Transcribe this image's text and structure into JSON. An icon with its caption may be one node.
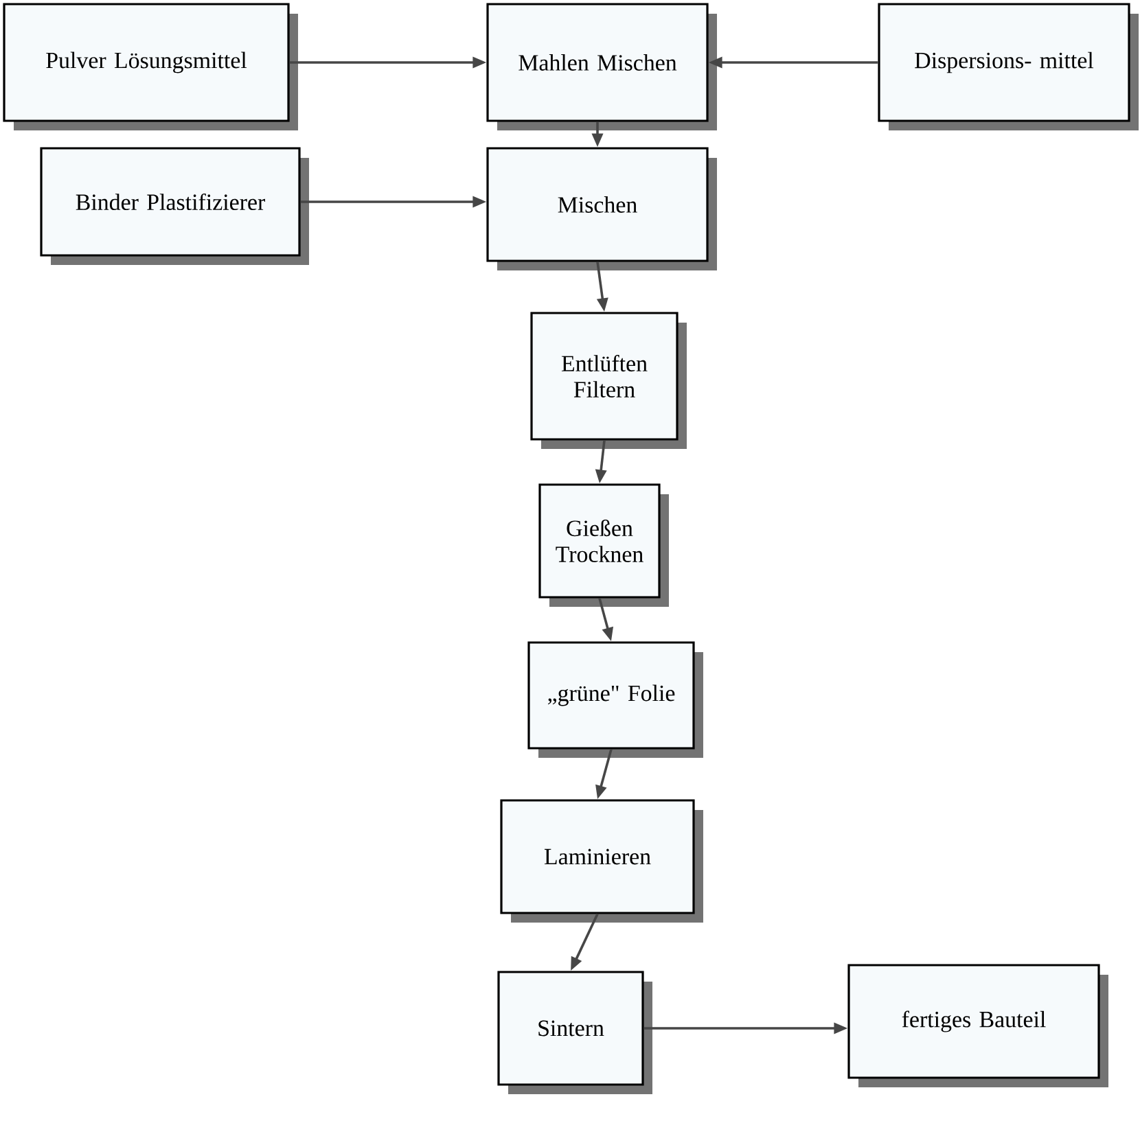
{
  "diagram": {
    "nodes": [
      {
        "text": [
          "Pulver Lösungsmittel"
        ]
      },
      {
        "text": [
          "Mahlen Mischen"
        ]
      },
      {
        "text": [
          "Dispersions- mittel"
        ]
      },
      {
        "text": [
          "Binder Plastifizierer"
        ]
      },
      {
        "text": [
          "Mischen"
        ]
      },
      {
        "text": [
          "Entlüften Filtern"
        ]
      },
      {
        "text": [
          "Gießen Trocknen"
        ]
      },
      {
        "text": [
          "„grüne\" Folie"
        ]
      },
      {
        "text": [
          "Laminieren"
        ]
      },
      {
        "text": [
          "Sintern"
        ]
      },
      {
        "text": [
          "fertiges Bauteil"
        ]
      }
    ],
    "edges": [
      {
        "from": 0,
        "to": 1,
        "arrow": "to"
      },
      {
        "from": 2,
        "to": 1,
        "arrow": "to"
      },
      {
        "from": 1,
        "to": 4,
        "arrow": "to"
      },
      {
        "from": 3,
        "to": 4,
        "arrow": "to"
      },
      {
        "from": 4,
        "to": 5,
        "arrow": "to"
      },
      {
        "from": 5,
        "to": 6,
        "arrow": "to"
      },
      {
        "from": 6,
        "to": 7,
        "arrow": "to"
      },
      {
        "from": 7,
        "to": 8,
        "arrow": "to"
      },
      {
        "from": 8,
        "to": 9,
        "arrow": "to"
      },
      {
        "from": 9,
        "to": 10,
        "arrow": "to"
      }
    ]
  }
}
